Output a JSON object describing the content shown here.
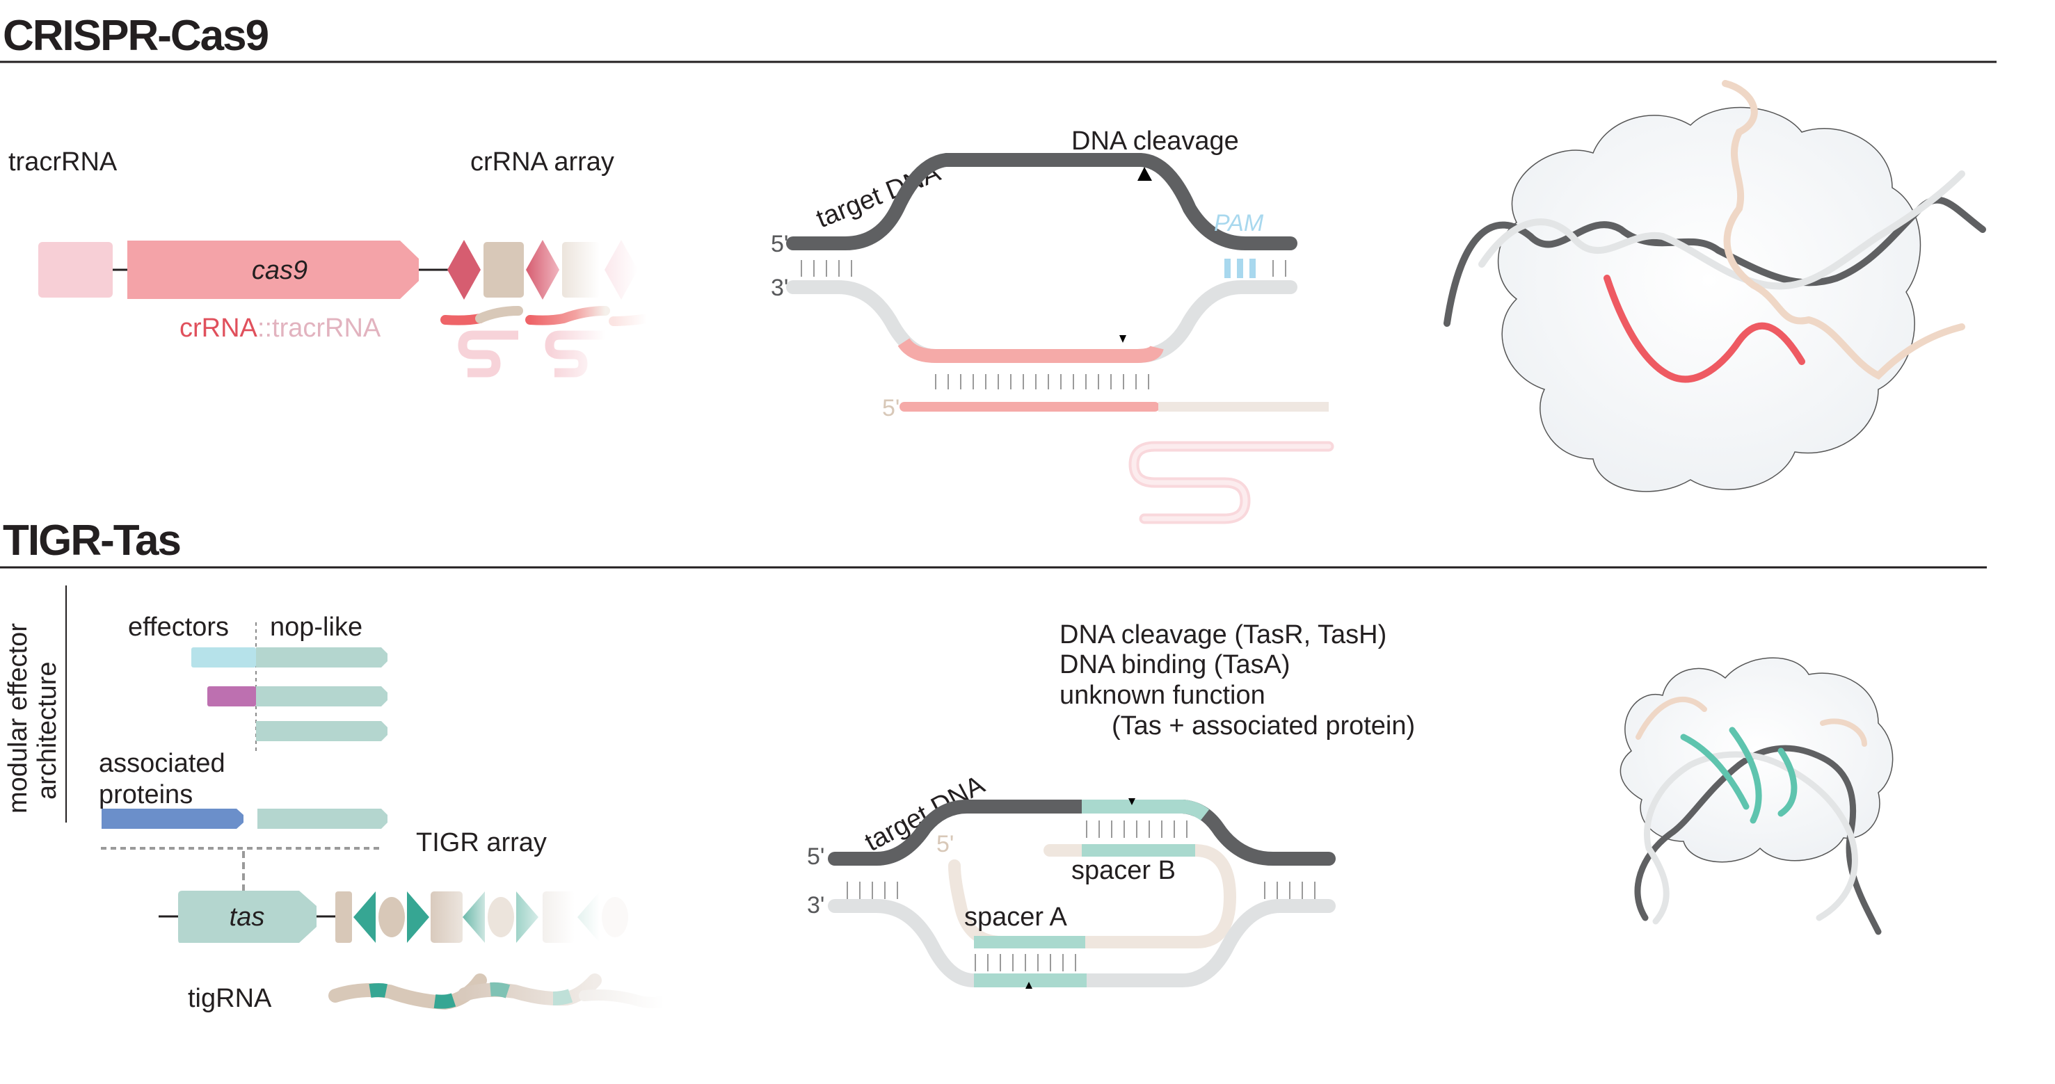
{
  "colors": {
    "text": "#231f20",
    "cas9_pink": "#f4a3a8",
    "tracr_pink": "#f7cfd6",
    "crimson": "#d65d70",
    "crRNA_red": "#ee6468",
    "tan": "#d8c8b8",
    "dna_dark": "#5f6062",
    "dna_light": "#dfe1e2",
    "pam_blue": "#a8d8ee",
    "teal": "#36a693",
    "teal_light": "#b4d6cf",
    "effector_cyan": "#b6e2ea",
    "effector_magenta": "#bd70b0",
    "assoc_blue": "#6b8fca"
  },
  "crispr": {
    "title": "CRISPR-Cas9",
    "locus": {
      "tracr_label": "tracrRNA",
      "gene_label": "cas9",
      "array_label": "crRNA array"
    },
    "rna": {
      "label_cr": "crRNA",
      "label_sep": "::",
      "label_tracr": "tracrRNA"
    },
    "mechanism": {
      "target_label": "target DNA",
      "cleavage_label": "DNA cleavage",
      "pam_label": "PAM",
      "five_prime": "5'",
      "three_prime": "3'",
      "guide_five_prime": "5'"
    },
    "structure": {
      "icon": "cas9-protein-structure-icon"
    }
  },
  "tigr": {
    "title": "TIGR-Tas",
    "architecture": {
      "side_label_line1": "modular effector",
      "side_label_line2": "architecture",
      "effectors_label": "effectors",
      "nop_label": "nop-like",
      "assoc_label_line1": "associated",
      "assoc_label_line2": "proteins"
    },
    "locus": {
      "gene_label": "tas",
      "array_label": "TIGR array"
    },
    "rna": {
      "label": "tigRNA"
    },
    "functions": [
      "DNA cleavage (TasR, TasH)",
      "DNA binding (TasA)",
      "unknown function",
      "(Tas + associated protein)"
    ],
    "mechanism": {
      "target_label": "target DNA",
      "five_prime": "5'",
      "three_prime": "3'",
      "guide_five_prime": "5'",
      "spacer_a": "spacer A",
      "spacer_b": "spacer B"
    },
    "structure": {
      "icon": "tas-protein-structure-icon"
    }
  }
}
